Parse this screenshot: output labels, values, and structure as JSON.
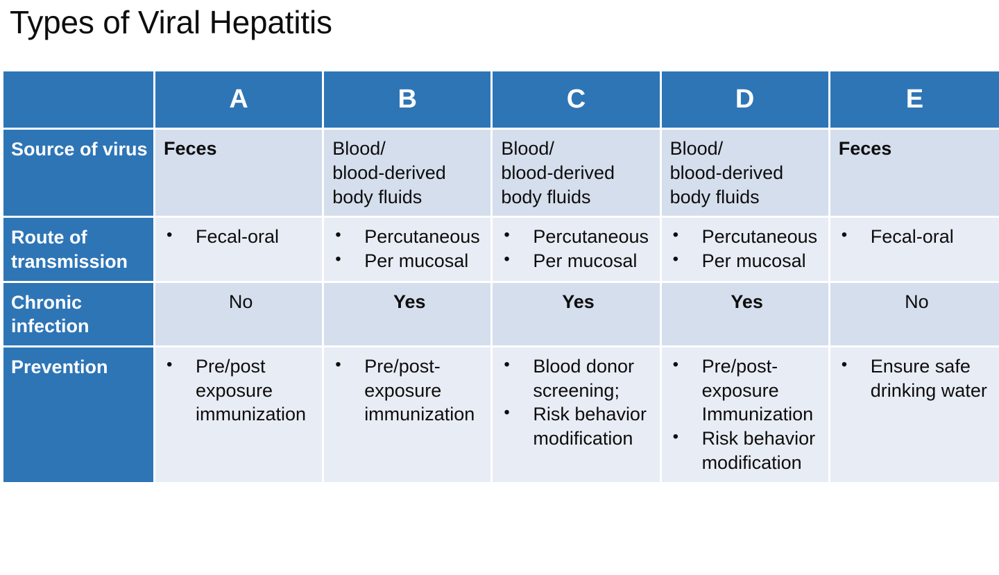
{
  "slide": {
    "title": "Types of Viral Hepatitis"
  },
  "colors": {
    "header_blue": "#2E75B6",
    "row_shade_dark": "#D5DEED",
    "row_shade_light": "#E8ECF5",
    "header_text": "#FFFFFF",
    "body_text": "#0D0D0D"
  },
  "table": {
    "corner_label": "",
    "columns": [
      {
        "key": "a",
        "label": "A"
      },
      {
        "key": "b",
        "label": "B"
      },
      {
        "key": "c",
        "label": "C"
      },
      {
        "key": "d",
        "label": "D"
      },
      {
        "key": "e",
        "label": "E"
      }
    ],
    "rows": [
      {
        "label": "Source of virus",
        "shade": "dark",
        "cells": [
          {
            "type": "text",
            "bold": true,
            "align": "left",
            "text": "Feces"
          },
          {
            "type": "text",
            "bold": false,
            "align": "left",
            "text": "Blood/\nblood-derived\nbody fluids"
          },
          {
            "type": "text",
            "bold": false,
            "align": "left",
            "text": "Blood/\nblood-derived\nbody fluids"
          },
          {
            "type": "text",
            "bold": false,
            "align": "left",
            "text": "Blood/\nblood-derived\nbody fluids"
          },
          {
            "type": "text",
            "bold": true,
            "align": "left",
            "text": "Feces"
          }
        ]
      },
      {
        "label": "Route of transmission",
        "shade": "light",
        "cells": [
          {
            "type": "bullets",
            "items": [
              "Fecal-oral"
            ]
          },
          {
            "type": "bullets",
            "items": [
              "Percutaneous",
              "Per mucosal"
            ]
          },
          {
            "type": "bullets",
            "items": [
              "Percutaneous",
              "Per mucosal"
            ]
          },
          {
            "type": "bullets",
            "items": [
              "Percutaneous",
              "Per mucosal"
            ]
          },
          {
            "type": "bullets",
            "items": [
              "Fecal-oral"
            ]
          }
        ]
      },
      {
        "label": "Chronic infection",
        "shade": "dark",
        "cells": [
          {
            "type": "text",
            "bold": false,
            "align": "center",
            "text": "No"
          },
          {
            "type": "text",
            "bold": true,
            "align": "center",
            "text": "Yes"
          },
          {
            "type": "text",
            "bold": true,
            "align": "center",
            "text": "Yes"
          },
          {
            "type": "text",
            "bold": true,
            "align": "center",
            "text": "Yes"
          },
          {
            "type": "text",
            "bold": false,
            "align": "center",
            "text": "No"
          }
        ]
      },
      {
        "label": "Prevention",
        "shade": "light",
        "cells": [
          {
            "type": "bullets",
            "items": [
              "Pre/post exposure immunization"
            ]
          },
          {
            "type": "bullets",
            "items": [
              "Pre/post- exposure  immunization"
            ]
          },
          {
            "type": "bullets",
            "items": [
              "Blood donor screening;",
              "Risk behavior modification"
            ]
          },
          {
            "type": "bullets",
            "items": [
              "Pre/post- exposure Immunization",
              "Risk behavior modification"
            ]
          },
          {
            "type": "bullets",
            "items": [
              "Ensure safe drinking water"
            ]
          }
        ]
      }
    ]
  }
}
